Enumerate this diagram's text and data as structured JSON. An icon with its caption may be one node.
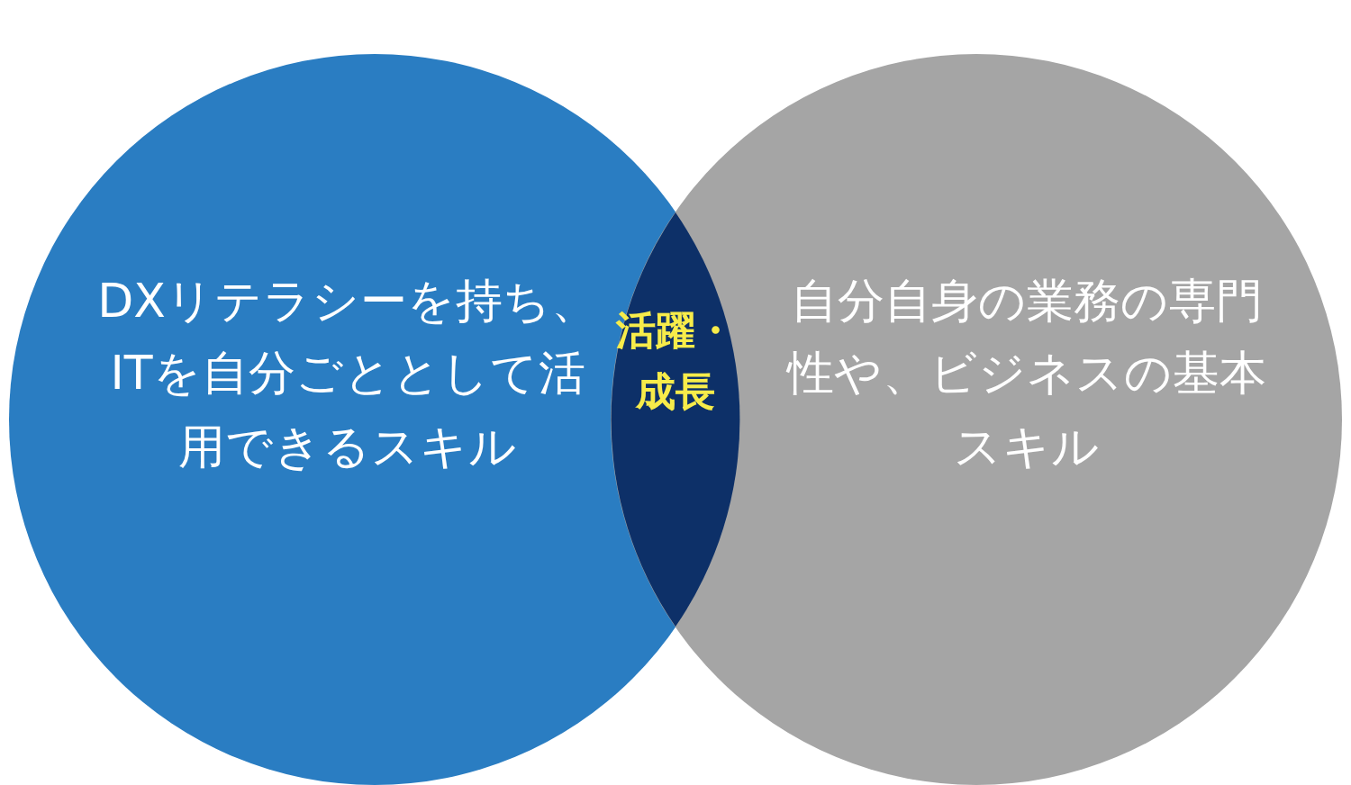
{
  "diagram": {
    "nodes": [
      {
        "text": [
          "DXリテラシーを持ち、ITを自分ごととして活用できるスキル"
        ]
      },
      {
        "text": [
          "自分自身の業務の専門性や、ビジネスの基本スキル"
        ]
      },
      {
        "text": [
          "活躍・成長"
        ]
      }
    ]
  }
}
